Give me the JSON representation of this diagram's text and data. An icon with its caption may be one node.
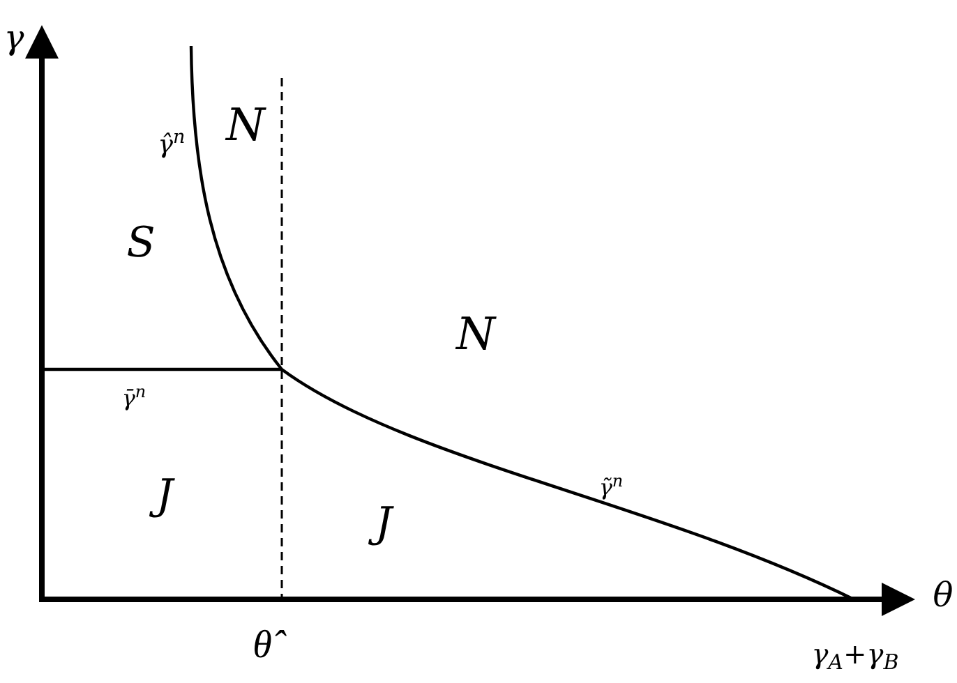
{
  "diagram": {
    "labels": [
      "γ",
      "N",
      "γ̂$^{n}$",
      "S",
      "N",
      "γ̄$^{n}$",
      "J",
      "J",
      "γ̃$^{n}$",
      "θ",
      "θ̂",
      "γ$_{A}$+γ$_{B}$"
    ]
  }
}
